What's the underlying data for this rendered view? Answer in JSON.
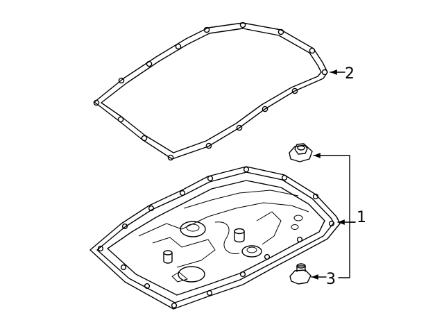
{
  "callouts": {
    "pan": "1",
    "gasket": "2",
    "plug": "3"
  },
  "colors": {
    "line": "#000000",
    "background": "#ffffff"
  }
}
